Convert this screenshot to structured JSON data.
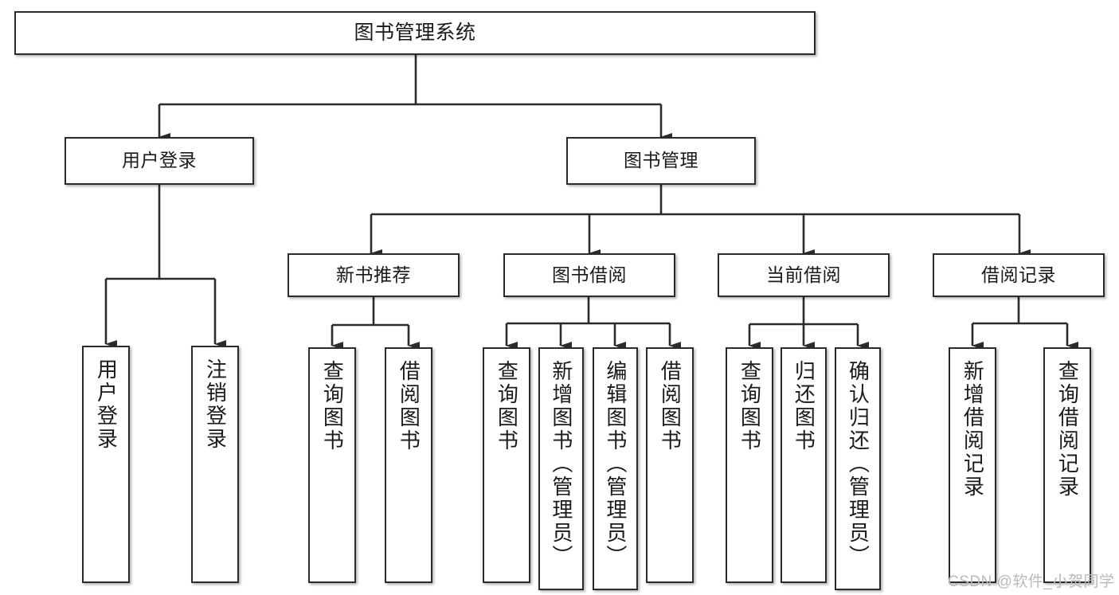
{
  "diagram": {
    "title": "图书管理系统",
    "type": "functional-structure-tree",
    "colors": {
      "box_border": "#2b2b2b",
      "box_fill": "#ffffff",
      "connector": "#2b2b2b",
      "background": "#ffffff",
      "watermark": "#b9b9b9"
    },
    "levels": {
      "root": {
        "label": "图书管理系统"
      },
      "level1": [
        {
          "id": "user-login",
          "label": "用户登录"
        },
        {
          "id": "book-manage",
          "label": "图书管理"
        }
      ],
      "level2": [
        {
          "id": "new-book-rec",
          "label": "新书推荐",
          "parent": "book-manage"
        },
        {
          "id": "book-borrow",
          "label": "图书借阅",
          "parent": "book-manage"
        },
        {
          "id": "current-borrow",
          "label": "当前借阅",
          "parent": "book-manage"
        },
        {
          "id": "borrow-record",
          "label": "借阅记录",
          "parent": "book-manage"
        }
      ],
      "leaves": [
        {
          "id": "leaf-user-login",
          "label": "用户登录",
          "parent": "user-login"
        },
        {
          "id": "leaf-logout",
          "label": "注销登录",
          "parent": "user-login"
        },
        {
          "id": "leaf-query-book-1",
          "label": "查询图书",
          "parent": "new-book-rec"
        },
        {
          "id": "leaf-borrow-book-1",
          "label": "借阅图书",
          "parent": "new-book-rec"
        },
        {
          "id": "leaf-query-book-2",
          "label": "查询图书",
          "parent": "book-borrow"
        },
        {
          "id": "leaf-add-book",
          "label": "新增图书（管理员）",
          "parent": "book-borrow"
        },
        {
          "id": "leaf-edit-book",
          "label": "编辑图书（管理员）",
          "parent": "book-borrow"
        },
        {
          "id": "leaf-borrow-book-2",
          "label": "借阅图书",
          "parent": "book-borrow"
        },
        {
          "id": "leaf-query-book-3",
          "label": "查询图书",
          "parent": "current-borrow"
        },
        {
          "id": "leaf-return-book",
          "label": "归还图书",
          "parent": "current-borrow"
        },
        {
          "id": "leaf-confirm-return",
          "label": "确认归还（管理员）",
          "parent": "current-borrow"
        },
        {
          "id": "leaf-add-record",
          "label": "新增借阅记录",
          "parent": "borrow-record"
        },
        {
          "id": "leaf-query-record",
          "label": "查询借阅记录",
          "parent": "borrow-record"
        }
      ]
    },
    "watermark": "CSDN @软件_小贺同学"
  }
}
